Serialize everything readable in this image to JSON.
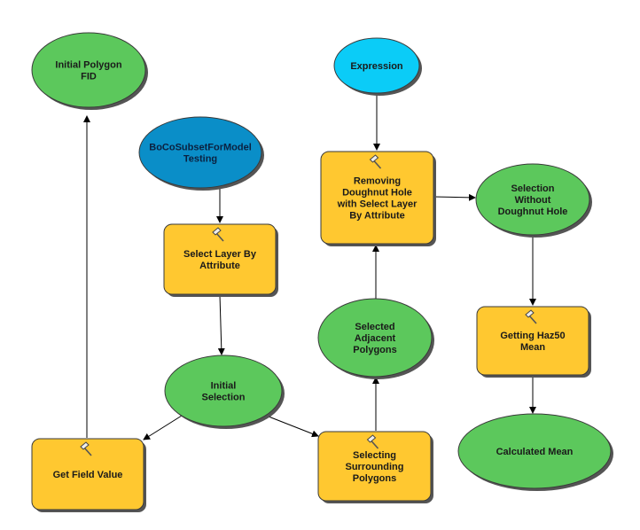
{
  "model": {
    "colors": {
      "variable": "#5cc85c",
      "tool": "#ffc830",
      "input_data": "#0a8ec8",
      "value": "#0bccf7",
      "outline": "#3a3a3a",
      "shadow": "#555555"
    },
    "nodes": {
      "initial_polygon_fid": {
        "kind": "variable",
        "lines": [
          "Initial Polygon",
          "FID"
        ]
      },
      "boco_subset": {
        "kind": "input_data",
        "lines": [
          "BoCoSubsetForModel",
          "Testing"
        ]
      },
      "expression": {
        "kind": "value",
        "lines": [
          "Expression"
        ]
      },
      "removing_doughnut": {
        "kind": "tool",
        "icon": "hammer-icon",
        "lines": [
          "Removing",
          "Doughnut Hole",
          "with Select Layer",
          "By Attribute"
        ]
      },
      "selection_without_doughnut": {
        "kind": "variable",
        "lines": [
          "Selection",
          "Without",
          "Doughnut Hole"
        ]
      },
      "select_layer_by_attribute": {
        "kind": "tool",
        "icon": "hammer-icon",
        "lines": [
          "Select Layer By",
          "Attribute"
        ]
      },
      "selected_adjacent": {
        "kind": "variable",
        "lines": [
          "Selected",
          "Adjacent",
          "Polygons"
        ]
      },
      "getting_haz50_mean": {
        "kind": "tool",
        "icon": "hammer-icon",
        "lines": [
          "Getting Haz50",
          "Mean"
        ]
      },
      "initial_selection": {
        "kind": "variable",
        "lines": [
          "Initial",
          "Selection"
        ]
      },
      "get_field_value": {
        "kind": "tool",
        "icon": "hammer-icon",
        "lines": [
          "Get Field Value"
        ]
      },
      "selecting_surrounding": {
        "kind": "tool",
        "icon": "hammer-icon",
        "lines": [
          "Selecting",
          "Surrounding",
          "Polygons"
        ]
      },
      "calculated_mean": {
        "kind": "variable",
        "lines": [
          "Calculated Mean"
        ]
      }
    },
    "connections": [
      {
        "from": "boco_subset",
        "to": "select_layer_by_attribute"
      },
      {
        "from": "select_layer_by_attribute",
        "to": "initial_selection"
      },
      {
        "from": "initial_selection",
        "to": "get_field_value"
      },
      {
        "from": "get_field_value",
        "to": "initial_polygon_fid"
      },
      {
        "from": "initial_selection",
        "to": "selecting_surrounding"
      },
      {
        "from": "selecting_surrounding",
        "to": "selected_adjacent"
      },
      {
        "from": "selected_adjacent",
        "to": "removing_doughnut"
      },
      {
        "from": "expression",
        "to": "removing_doughnut"
      },
      {
        "from": "removing_doughnut",
        "to": "selection_without_doughnut"
      },
      {
        "from": "selection_without_doughnut",
        "to": "getting_haz50_mean"
      },
      {
        "from": "getting_haz50_mean",
        "to": "calculated_mean"
      }
    ]
  }
}
